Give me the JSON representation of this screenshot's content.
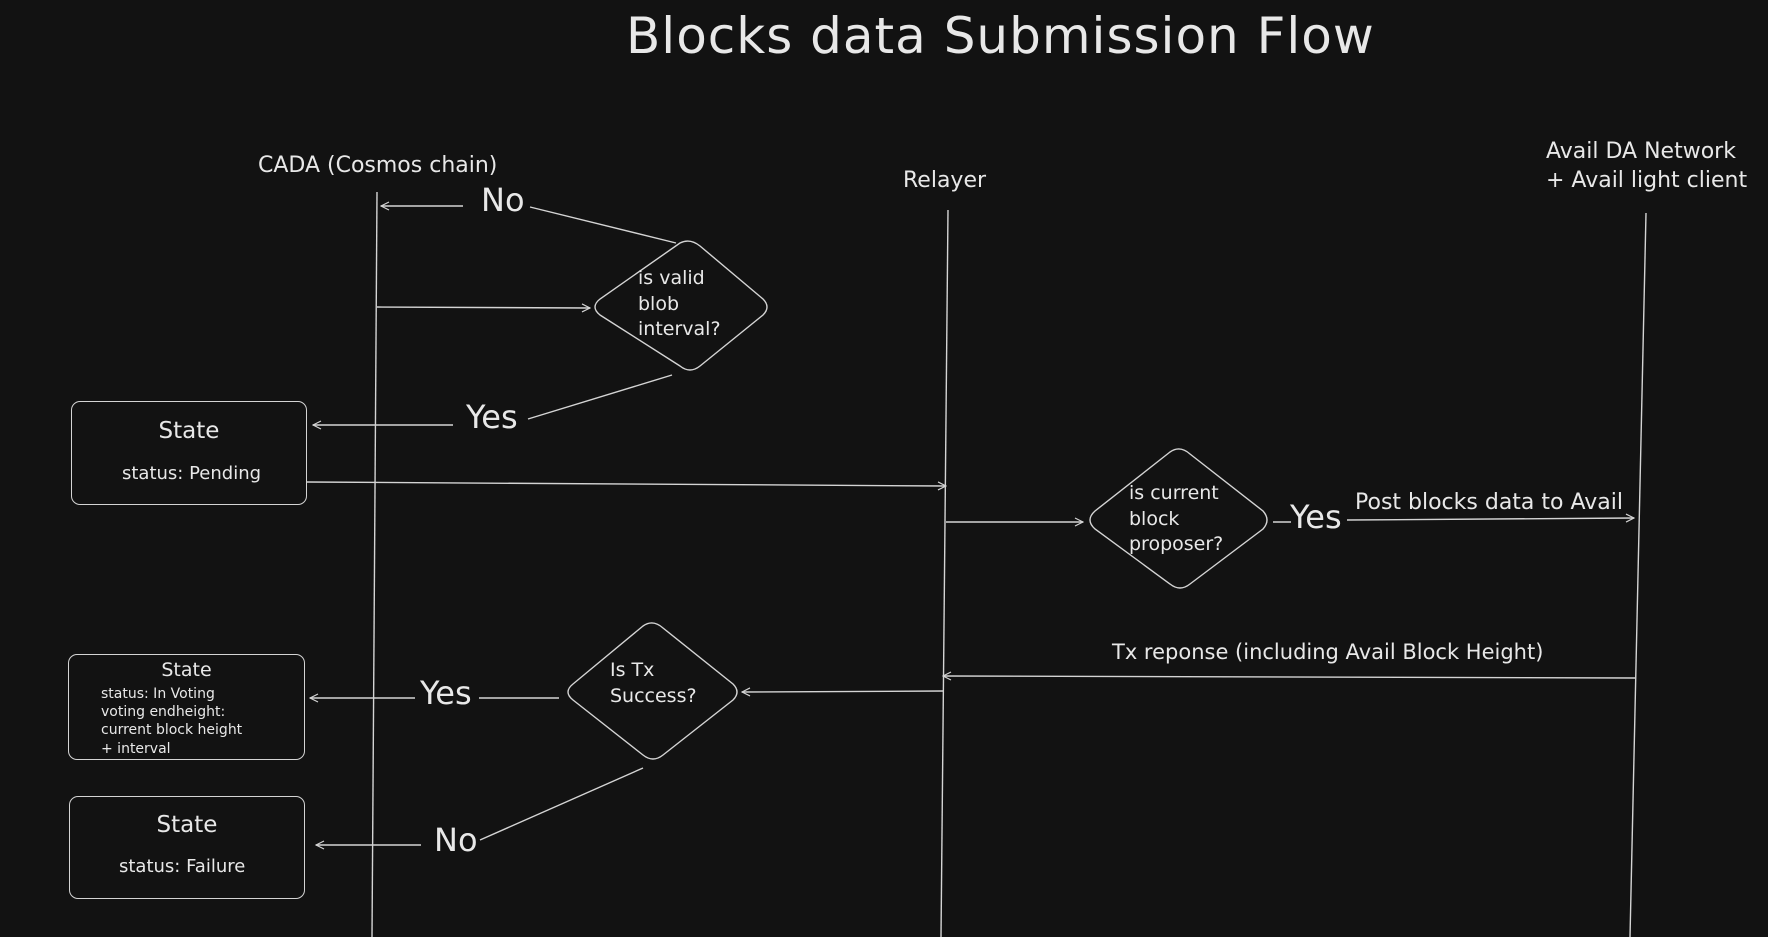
{
  "title": "Blocks data Submission Flow",
  "lanes": {
    "cada": "CADA (Cosmos chain)",
    "relayer": "Relayer",
    "avail_line1": "Avail DA Network",
    "avail_line2": "+ Avail light client"
  },
  "decisions": {
    "valid_interval": [
      "is valid",
      "blob",
      "interval?"
    ],
    "block_proposer": [
      "is current",
      "block",
      "proposer?"
    ],
    "tx_success": [
      "Is Tx",
      "Success?"
    ]
  },
  "edges": {
    "no_1": "No",
    "yes_1": "Yes",
    "yes_2": "Yes",
    "post_blocks": "Post blocks data to Avail",
    "tx_response": "Tx reponse (including Avail Block Height)",
    "yes_3": "Yes",
    "no_2": "No"
  },
  "states": {
    "pending": {
      "title": "State",
      "status": "status: Pending"
    },
    "in_voting": {
      "title": "State",
      "lines": [
        "status: In Voting",
        "voting endheight:",
        "current block height",
        "+ interval"
      ]
    },
    "failure": {
      "title": "State",
      "status": "status: Failure"
    }
  },
  "colors": {
    "background": "#121212",
    "stroke": "#d4d4d4",
    "text": "#e8e8e8"
  }
}
